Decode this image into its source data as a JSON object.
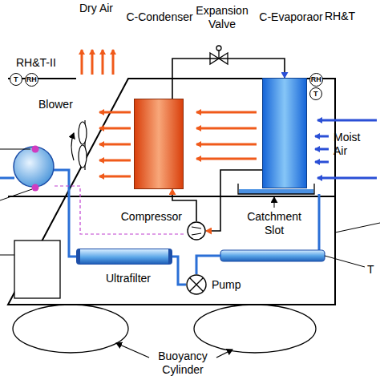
{
  "diagram": {
    "nodes": [
      {
        "text": [
          "C-Condenser"
        ]
      },
      {
        "text": [
          "C-Evaporaor"
        ]
      },
      {
        "text": [
          "Compressor"
        ]
      },
      {
        "text": [
          "Ultrafilter"
        ]
      },
      {
        "text": [
          "Pump"
        ]
      },
      {
        "text": [
          "T"
        ]
      },
      {
        "text": [
          "RH"
        ]
      },
      {
        "text": [
          "RH"
        ]
      },
      {
        "text": [
          "T"
        ]
      }
    ],
    "edges": [
      {
        "from": 0,
        "to": 1,
        "arrow": "to"
      },
      {
        "from": 1,
        "to": 2,
        "arrow": "to"
      },
      {
        "from": 2,
        "to": 0,
        "arrow": "to"
      },
      {
        "from": 4,
        "to": 3,
        "arrow": "none"
      }
    ],
    "labels": [
      "Dry Air",
      "Expansion Valve",
      "RH&T-II",
      "RH&T",
      "Blower",
      "Moist Air",
      "Catchment Slot",
      "Buoyancy Cylinder",
      "T"
    ]
  }
}
